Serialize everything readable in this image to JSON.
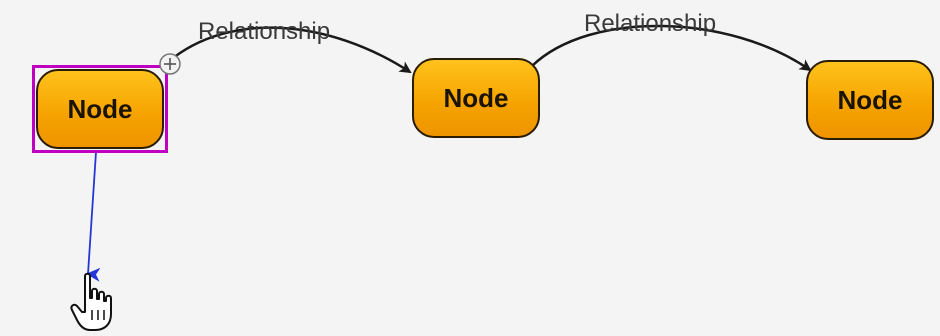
{
  "diagram": {
    "nodes": [
      {
        "id": "node-1",
        "label": "Node",
        "selected": true
      },
      {
        "id": "node-2",
        "label": "Node",
        "selected": false
      },
      {
        "id": "node-3",
        "label": "Node",
        "selected": false
      }
    ],
    "edges": [
      {
        "from": "node-1",
        "to": "node-2",
        "label": "Relationship"
      },
      {
        "from": "node-2",
        "to": "node-3",
        "label": "Relationship"
      }
    ],
    "pending_edge": {
      "from": "node-1",
      "state": "dragging",
      "color": "#2436d6"
    }
  },
  "colors": {
    "canvas": "#f4f4f4",
    "node_fill": "#f6a400",
    "node_border": "#2a1c00",
    "selection": "#c000c0",
    "edge": "#1a1a1a"
  },
  "icons": {
    "add_relationship": "plus-handle-icon",
    "cursor": "hand-pointer-icon"
  }
}
